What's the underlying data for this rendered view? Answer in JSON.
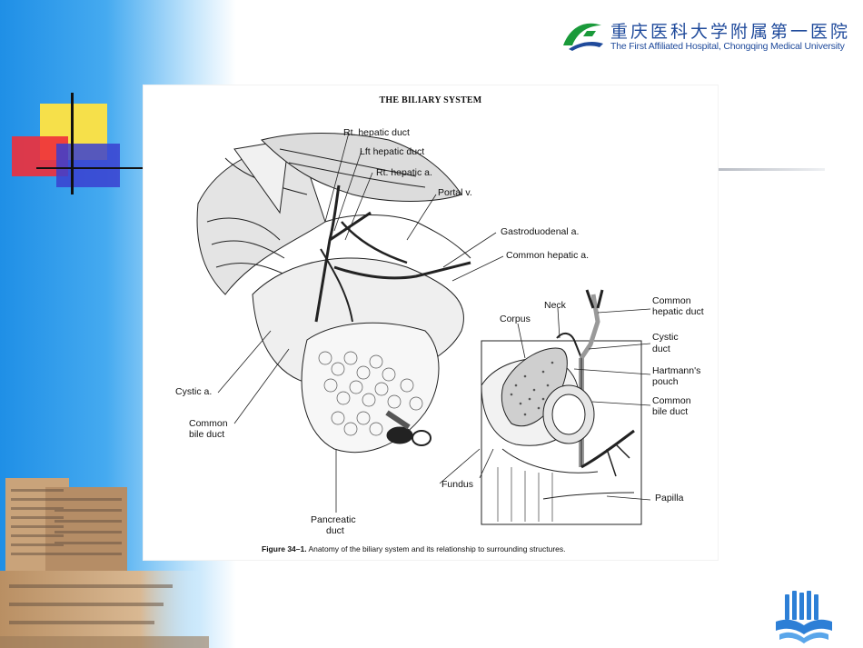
{
  "header": {
    "hospital_name_cn": "重庆医科大学附属第一医院",
    "hospital_name_en": "The First Affiliated Hospital, Chongqing Medical University"
  },
  "figure": {
    "title": "THE BILIARY SYSTEM",
    "labels": {
      "rt_hepatic_duct": "Rt. hepatic duct",
      "lft_hepatic_duct": "Lft  hepatic duct",
      "rt_hepatic_a": "Rt. hepatic a.",
      "portal_v": "Portal v.",
      "gastroduodenal_a": "Gastroduodenal a.",
      "common_hepatic_a": "Common hepatic a.",
      "cystic_a": "Cystic a.",
      "common_bile_duct_left_1": "Common",
      "common_bile_duct_left_2": "bile duct",
      "pancreatic_duct_1": "Pancreatic",
      "pancreatic_duct_2": "duct",
      "fundus": "Fundus",
      "corpus": "Corpus",
      "neck": "Neck",
      "common_hepatic_duct_1": "Common",
      "common_hepatic_duct_2": "hepatic duct",
      "cystic_duct_1": "Cystic",
      "cystic_duct_2": "duct",
      "hartmanns_pouch_1": "Hartmann's",
      "hartmanns_pouch_2": "pouch",
      "common_bile_duct_right_1": "Common",
      "common_bile_duct_right_2": "bile duct",
      "papilla": "Papilla"
    },
    "caption_number": "Figure 34–1.",
    "caption_text": " Anatomy of the biliary system and its relationship to surrounding structures."
  },
  "colors": {
    "left_band": "#1f8fe6",
    "deco_yellow": "#f6e04a",
    "deco_red": "#ef2f3a",
    "deco_blue": "#3a3fd0",
    "brand_blue": "#1f4a9b"
  },
  "icons": [
    "hospital-logo-icon",
    "book-icon",
    "building-photo"
  ]
}
